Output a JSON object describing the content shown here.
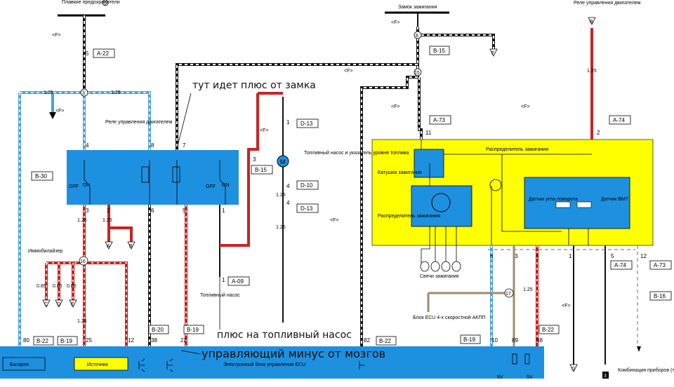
{
  "labels": {
    "fuses": "Плавкие предохранители",
    "ignition_switch": "Замок зажигания",
    "engine_relay_top": "Реле управления двигателем",
    "engine_relay": "Реле управления двигателем",
    "fuel_pump_gauge": "Топливный насос и указатель уровня топлива",
    "fuel_pump": "Топливный насос",
    "immobilizer": "Иммобилайзер",
    "ignition_coil": "Катушка зажигания",
    "distributor_label": "Распределитель зажигания",
    "distributor_top": "Распределитель зажигания",
    "angle_sensor": "Датчик угла поворота",
    "tdc_sensor": "Датчик ВМТ",
    "spark_plugs": "Свечи зажигания",
    "ecu_at": "Блок ECU 4-х скоростной АКПП",
    "ecu": "Электронный блок управления ECU",
    "battery": "Батарея",
    "source": "Источник",
    "combo": "Комбинация приборов (тахометр)",
    "off": "OFF",
    "on": "ON",
    "f": "<F>",
    "five_v": "5V"
  },
  "connectors": {
    "a22": "A-22",
    "b15a": "B-15",
    "b15b": "B-15",
    "b30": "B-30",
    "d13a": "D-13",
    "d10": "D-10",
    "d13b": "D-13",
    "a09": "A-09",
    "a73a": "A-73",
    "a74a": "A-74",
    "a74b": "A-74",
    "a73b": "A-73",
    "b16": "B-16",
    "b22a": "B-22",
    "b19a": "B-19",
    "b20": "B-20",
    "b19b": "B-19",
    "b22b": "B-22",
    "b19c": "B-19",
    "b22c": "B-22"
  },
  "pins": {
    "p80": "80",
    "p25": "25",
    "p12": "12",
    "p38": "38",
    "p22": "22",
    "p82": "82",
    "p10": "10",
    "p89": "89",
    "p88": "88",
    "p4": "4",
    "p8": "8",
    "p7": "7",
    "p3": "3",
    "p2": "2",
    "p6": "6",
    "p5": "5",
    "p11": "11",
    "p1": "1",
    "p12b": "12"
  },
  "wires": {
    "w125": "1.25",
    "w085": "0.85"
  },
  "circles": {
    "c5": "5",
    "c3": "3",
    "c6": "6",
    "c15": "15",
    "c16": "16",
    "c17": "17"
  },
  "grounds": {
    "a": "A",
    "b": "B",
    "c": "C",
    "d": "D",
    "e": "E",
    "f": "F",
    "g": "G"
  },
  "annotations": {
    "a1": "тут идет плюс от замка",
    "a2": "плюс на топливный насос",
    "a3": "управляющий минус от мозгов"
  },
  "colors": {
    "relay_blue": "#1e90e0",
    "ecu_blue": "#1e90e0",
    "distributor_yellow": "#ffff00",
    "wire_red": "#cc2222",
    "wire_blue": "#4aa0d8",
    "wire_brown": "#a08a6a"
  }
}
